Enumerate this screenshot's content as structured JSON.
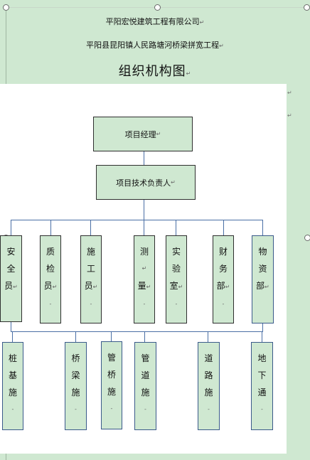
{
  "header": {
    "company": "平阳宏悦建筑工程有限公司",
    "project": "平阳县昆阳镇人民路塘河桥梁拼宽工程",
    "title": "组织机构图"
  },
  "chart": {
    "manager": "项目经理",
    "tech_lead": "项目技术负责人",
    "departments": [
      {
        "chars": [
          "安",
          "全",
          "员"
        ]
      },
      {
        "chars": [
          "质",
          "检",
          "员"
        ]
      },
      {
        "chars": [
          "施",
          "工",
          "员"
        ]
      },
      {
        "chars": [
          "测",
          "",
          "量"
        ]
      },
      {
        "chars": [
          "实",
          "验",
          "室"
        ]
      },
      {
        "chars": [
          "财",
          "务",
          "部"
        ]
      },
      {
        "chars": [
          "物",
          "资",
          "部"
        ]
      }
    ],
    "teams": [
      {
        "chars": [
          "桩",
          "基",
          "施"
        ]
      },
      {
        "chars": [
          "桥",
          "梁",
          "施"
        ]
      },
      {
        "chars": [
          "管",
          "桥",
          "施"
        ]
      },
      {
        "chars": [
          "管",
          "道",
          "施"
        ]
      },
      {
        "chars": [
          "道",
          "路",
          "施"
        ]
      },
      {
        "chars": [
          "地",
          "下",
          "通"
        ]
      }
    ]
  },
  "marks": {
    "return": "↵",
    "dash": "-"
  }
}
